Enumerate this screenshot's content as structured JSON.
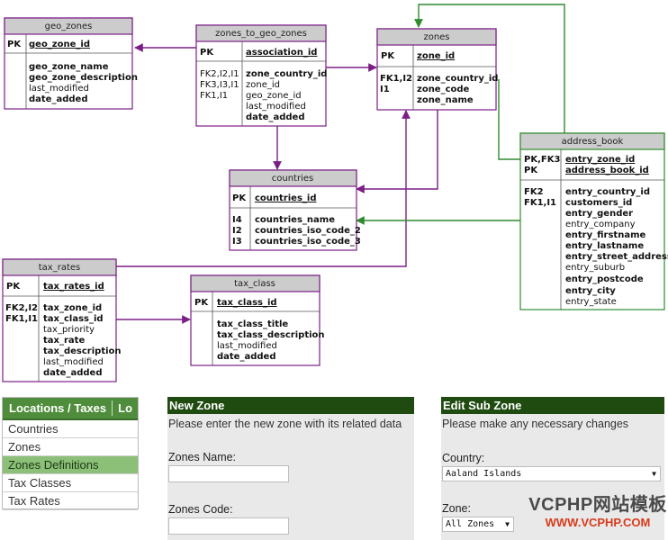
{
  "tables": {
    "geo_zones": {
      "title": "geo_zones",
      "pk_key": "PK",
      "pk_field": "geo_zone_id",
      "fields": [
        "geo_zone_name",
        "geo_zone_description",
        "last_modified",
        "date_added"
      ]
    },
    "zones_to_geo_zones": {
      "title": "zones_to_geo_zones",
      "pk_key": "PK",
      "pk_field": "association_id",
      "keys": [
        "FK2,I2,I1",
        "FK3,I3,I1",
        "FK1,I1"
      ],
      "fields": [
        "zone_country_id",
        "zone_id",
        "geo_zone_id",
        "last_modified",
        "date_added"
      ]
    },
    "zones": {
      "title": "zones",
      "pk_key": "PK",
      "pk_field": "zone_id",
      "keys": [
        "FK1,I2",
        "I1"
      ],
      "fields": [
        "zone_country_id",
        "zone_code",
        "zone_name"
      ]
    },
    "address_book": {
      "title": "address_book",
      "pk_keys": [
        "PK,FK3",
        "PK"
      ],
      "pk_fields": [
        "entry_zone_id",
        "address_book_id"
      ],
      "keys": [
        "FK2",
        "FK1,I1"
      ],
      "fields": [
        "entry_country_id",
        "customers_id",
        "entry_gender",
        "entry_company",
        "entry_firstname",
        "entry_lastname",
        "entry_street_address",
        "entry_suburb",
        "entry_postcode",
        "entry_city",
        "entry_state"
      ]
    },
    "countries": {
      "title": "countries",
      "pk_key": "PK",
      "pk_field": "countries_id",
      "keys": [
        "I4",
        "I2",
        "I3"
      ],
      "fields": [
        "countries_name",
        "countries_iso_code_2",
        "countries_iso_code_3"
      ]
    },
    "tax_rates": {
      "title": "tax_rates",
      "pk_key": "PK",
      "pk_field": "tax_rates_id",
      "keys": [
        "FK2,I2",
        "FK1,I1"
      ],
      "fields": [
        "tax_zone_id",
        "tax_class_id",
        "tax_priority",
        "tax_rate",
        "tax_description",
        "last_modified",
        "date_added"
      ]
    },
    "tax_class": {
      "title": "tax_class",
      "pk_key": "PK",
      "pk_field": "tax_class_id",
      "fields": [
        "tax_class_title",
        "tax_class_description",
        "last_modified",
        "date_added"
      ]
    }
  },
  "colors": {
    "purple": "#7b1f86",
    "green": "#2e8b2e",
    "header_bg": "#cccccc"
  },
  "nav": {
    "title": "Locations / Taxes",
    "title_cut": "Lo",
    "items": [
      "Countries",
      "Zones",
      "Zones Definitions",
      "Tax Classes",
      "Tax Rates"
    ],
    "selected": "Zones Definitions"
  },
  "new_zone": {
    "title": "New Zone",
    "description": "Please enter the new zone with its related data",
    "name_label": "Zones Name:",
    "code_label": "Zones Code:"
  },
  "edit_sub_zone": {
    "title": "Edit Sub Zone",
    "description": "Please make any necessary changes",
    "country_label": "Country:",
    "country_value": "Aaland Islands",
    "zone_label": "Zone:",
    "zone_value": "All Zones"
  },
  "watermark": {
    "line1": "VCPHP网站模板",
    "line2": "WWW.VCPHP.COM"
  }
}
